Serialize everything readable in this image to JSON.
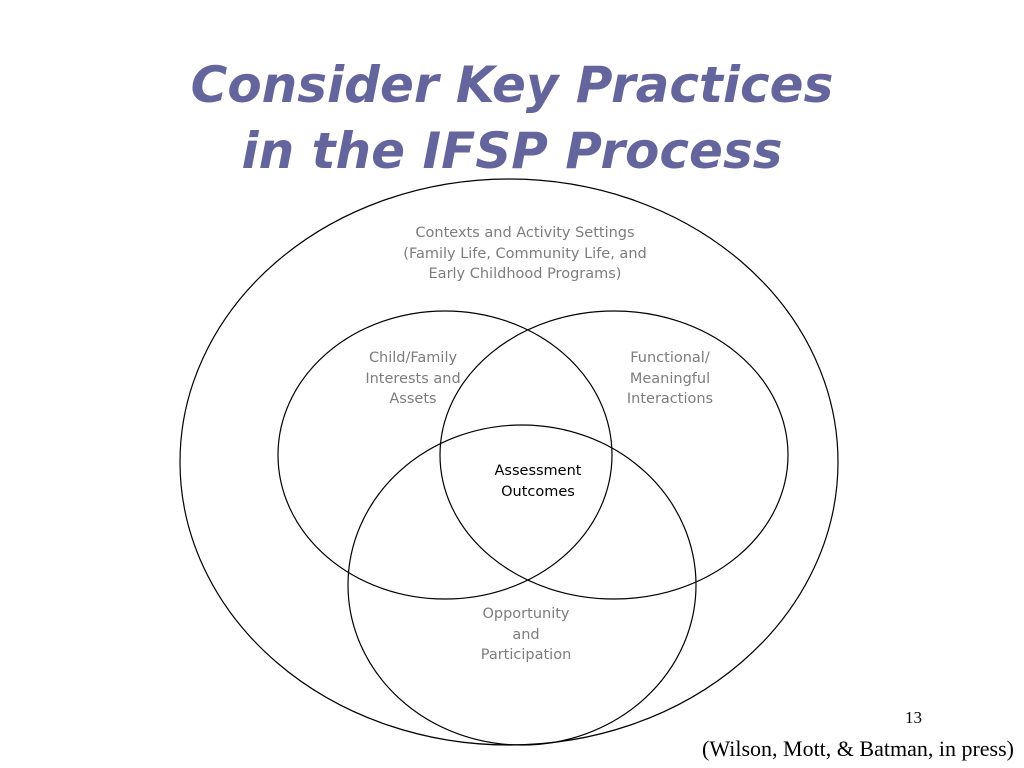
{
  "title": {
    "line1": "Consider Key Practices",
    "line2": "in the IFSP Process"
  },
  "diagram": {
    "outer": {
      "line1": "Contexts and Activity Settings",
      "line2": "(Family Life, Community Life, and",
      "line3": "Early Childhood Programs)"
    },
    "left": {
      "line1": "Child/Family",
      "line2": "Interests and",
      "line3": "Assets"
    },
    "right": {
      "line1": "Functional/",
      "line2": "Meaningful",
      "line3": "Interactions"
    },
    "bottom": {
      "line1": "Opportunity",
      "line2": "and",
      "line3": "Participation"
    },
    "center": {
      "line1": "Assessment",
      "line2": "Outcomes"
    }
  },
  "page_number": "13",
  "citation": "(Wilson, Mott, & Batman, in press)"
}
